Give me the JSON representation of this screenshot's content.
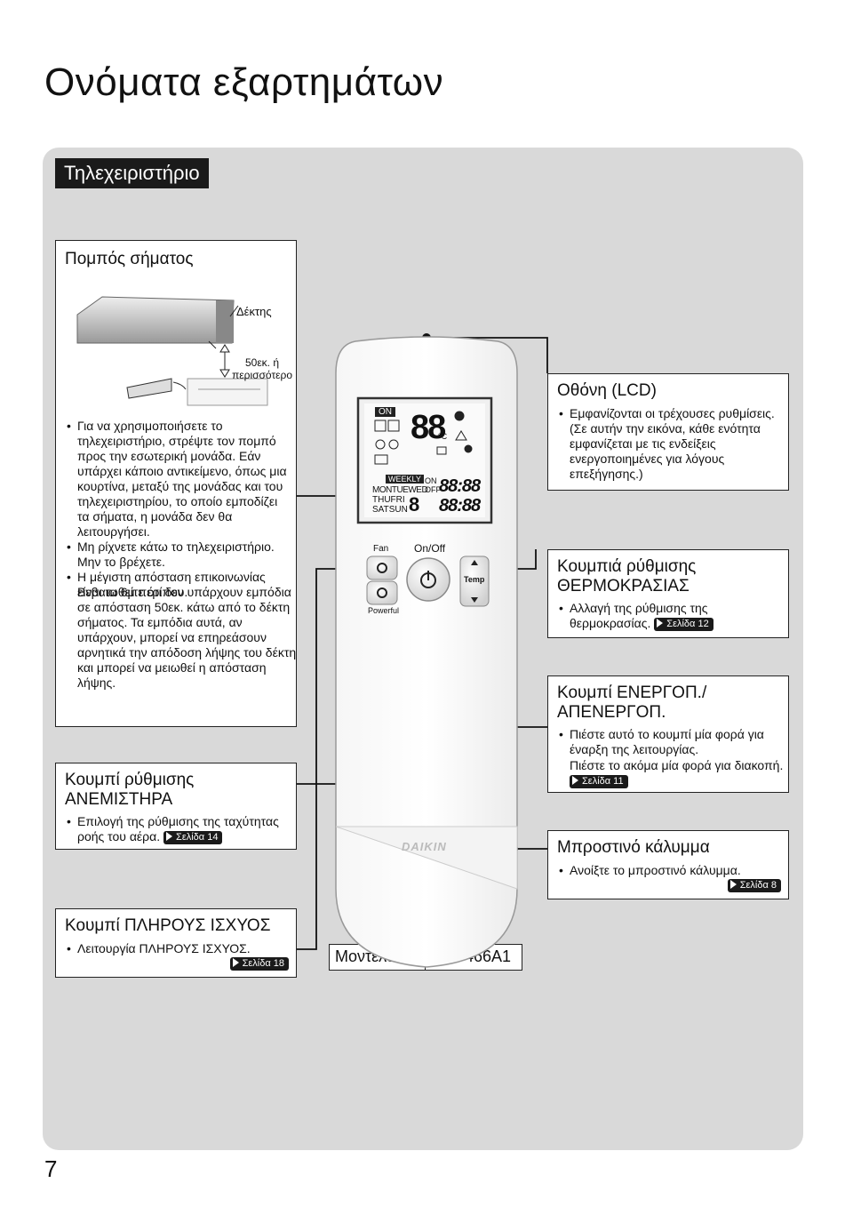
{
  "page": {
    "title": "Ονόματα εξαρτημάτων",
    "number": "7"
  },
  "section": {
    "title": "Τηλεχειριστήριο"
  },
  "transmitter": {
    "title": "Πομπός σήματος",
    "receiver_label": "Δέκτης",
    "distance_label_1": "50εκ. ή",
    "distance_label_2": "περισσότερο",
    "bullets": [
      "Για να χρησιμοποιήσετε το τηλεχειριστήριο, στρέψτε τον πομπό προς την εσωτερική μονάδα. Εάν υπάρχει κάποιο αντικείμενο, όπως μια κουρτίνα, μεταξύ της μονάδας και του τηλεχειριστηρίου, το οποίο εμποδίζει τα σήματα, η μονάδα δεν θα λειτουργήσει.",
      "Μη ρίχνετε κάτω το τηλεχειριστήριο. Μην το βρέχετε.",
      "Η μέγιστη απόσταση επικοινωνίας είναι τα 6μ περίπου."
    ],
    "note": "Βεβαιωθείτε ότι δεν υπάρχουν εμπόδια σε απόσταση 50εκ. κάτω από το δέκτη σήματος. Τα εμπόδια αυτά, αν υπάρχουν, μπορεί να επηρεάσουν αρνητικά την απόδοση λήψης του δέκτη και μπορεί να μειωθεί η απόσταση λήψης."
  },
  "fan_button": {
    "title_1": "Κουμπί ρύθμισης",
    "title_2": "ΑΝΕΜΙΣΤΗΡΑ",
    "bullet_1": "Επιλογή της ρύθμισης της ταχύτητας",
    "bullet_2": "ροής του αέρα.",
    "ref": "Σελίδα 14"
  },
  "powerful_button": {
    "title": "Κουμπί ΠΛΗΡΟΥΣ ΙΣΧΥΟΣ",
    "bullet": "Λειτουργία ΠΛΗΡΟΥΣ ΙΣΧΥΟΣ.",
    "ref": "Σελίδα 18"
  },
  "model": {
    "label": "Μοντέλο",
    "value": "ARC466A1"
  },
  "lcd": {
    "title": "Οθόνη (LCD)",
    "bullet": "Εμφανίζονται οι τρέχουσες ρυθμίσεις.",
    "note": "(Σε αυτήν την εικόνα, κάθε ενότητα εμφανίζεται με τις ενδείξεις ενεργοποιημένες για λόγους επεξήγησης.)"
  },
  "temp_button": {
    "title_1": "Κουμπιά ρύθμισης",
    "title_2": "ΘΕΡΜΟΚΡΑΣΙΑΣ",
    "bullet_1": "Αλλαγή της ρύθμισης της",
    "bullet_2": "θερμοκρασίας.",
    "ref": "Σελίδα 12"
  },
  "onoff_button": {
    "title_1": "Κουμπί ΕΝΕΡΓΟΠ./",
    "title_2": "ΑΠΕΝΕΡΓΟΠ.",
    "bullet_1": "Πιέστε αυτό το κουμπί μία φορά για έναρξη της λειτουργίας.",
    "bullet_2": "Πιέστε το ακόμα μία φορά για διακοπή.",
    "ref": "Σελίδα 11"
  },
  "front_cover": {
    "title": "Μπροστινό κάλυμμα",
    "bullet": "Ανοίξτε το μπροστινό κάλυμμα.",
    "ref": "Σελίδα 8"
  },
  "remote": {
    "fan_label": "Fan",
    "onoff_label": "On/Off",
    "temp_label": "Temp",
    "powerful_label": "Powerful",
    "brand": "DAIKIN",
    "lcd_on": "ON",
    "lcd_digits": "88",
    "lcd_unit": "°C",
    "lcd_weekly": "WEEKLY",
    "lcd_days_1": "MONTUEWED",
    "lcd_days_2": "THUFRI",
    "lcd_days_3": "SATSUN",
    "lcd_day_digit": "8",
    "lcd_timer_on": "ON",
    "lcd_timer_off": "OFF",
    "lcd_time_1": "88:88",
    "lcd_time_2": "88:88"
  }
}
